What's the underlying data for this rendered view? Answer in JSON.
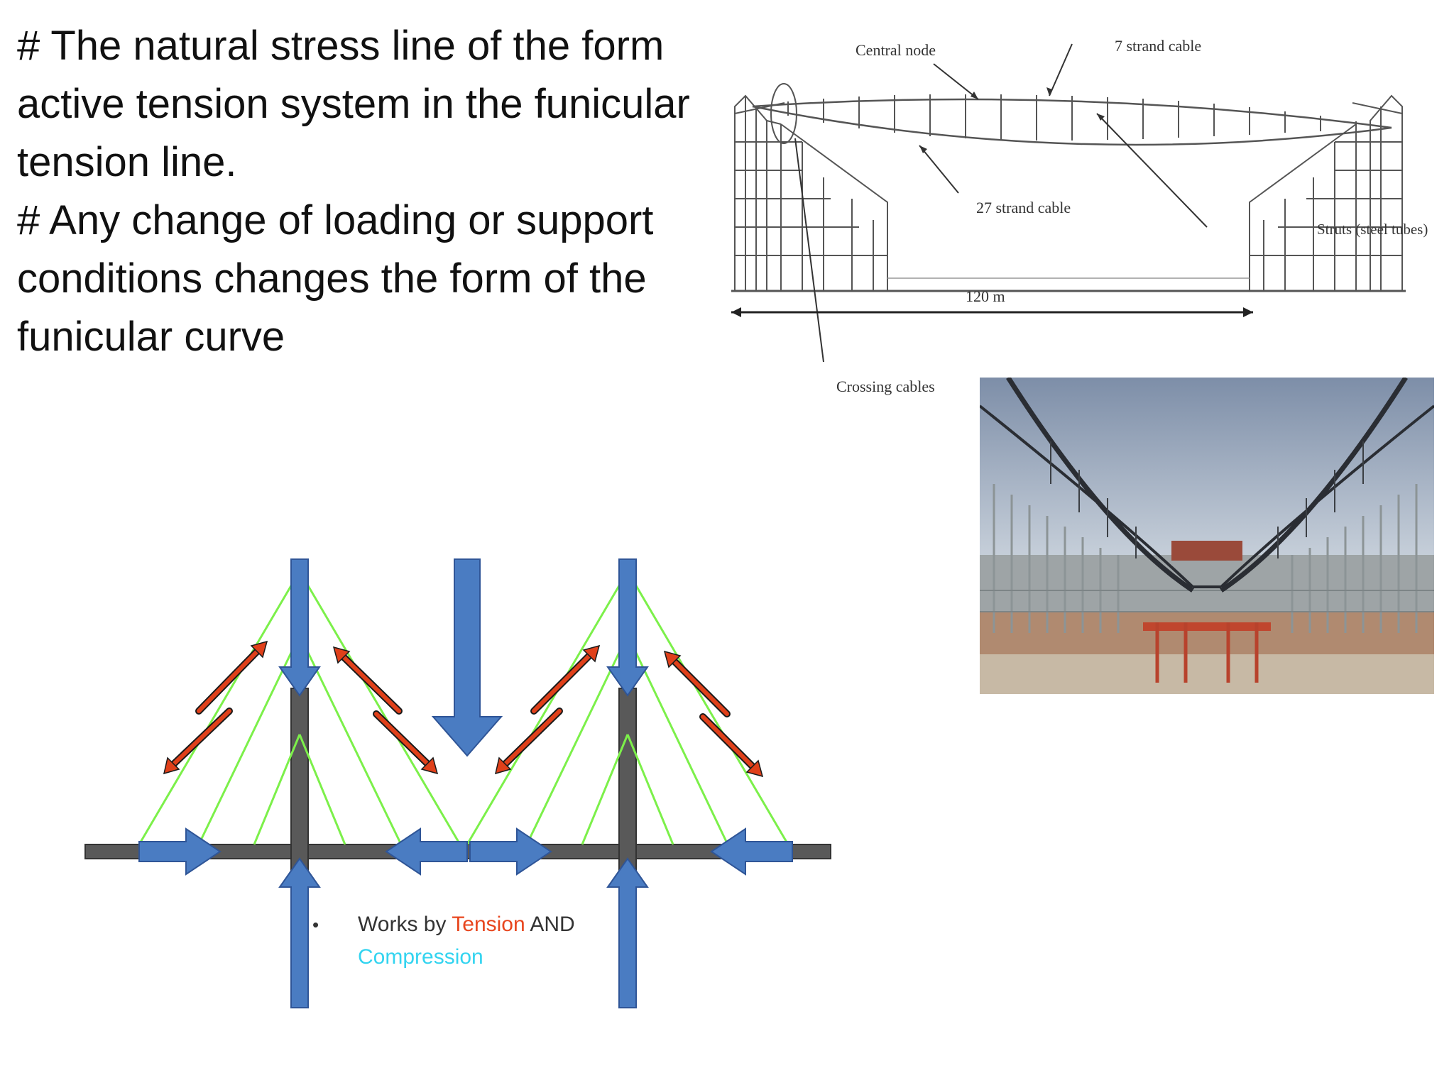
{
  "slide": {
    "paragraphs": [
      "# The natural stress line of the form active tension system in the funicular tension line.",
      "# Any change of loading or support conditions changes the form of the funicular curve"
    ]
  },
  "section_drawing": {
    "labels": {
      "central_node": "Central node",
      "seven_strand": "7 strand cable",
      "twenty_seven_strand": "27 strand cable",
      "struts": "Struts (steel tubes)",
      "span": "120 m",
      "crossing_cables": "Crossing cables"
    }
  },
  "force_diagram": {
    "legend": {
      "bullet": "•",
      "prefix": "Works by ",
      "tension": "Tension",
      "and": " AND",
      "compression": "Compression"
    },
    "colors": {
      "compression_member": "#4a7cc2",
      "member_outline": "#2f5597",
      "beam": "#595959",
      "cable": "#7cf04a",
      "tension_arrow": "#e0401a",
      "tension_text": "#e8461e",
      "compression_text": "#33d4f0"
    }
  }
}
